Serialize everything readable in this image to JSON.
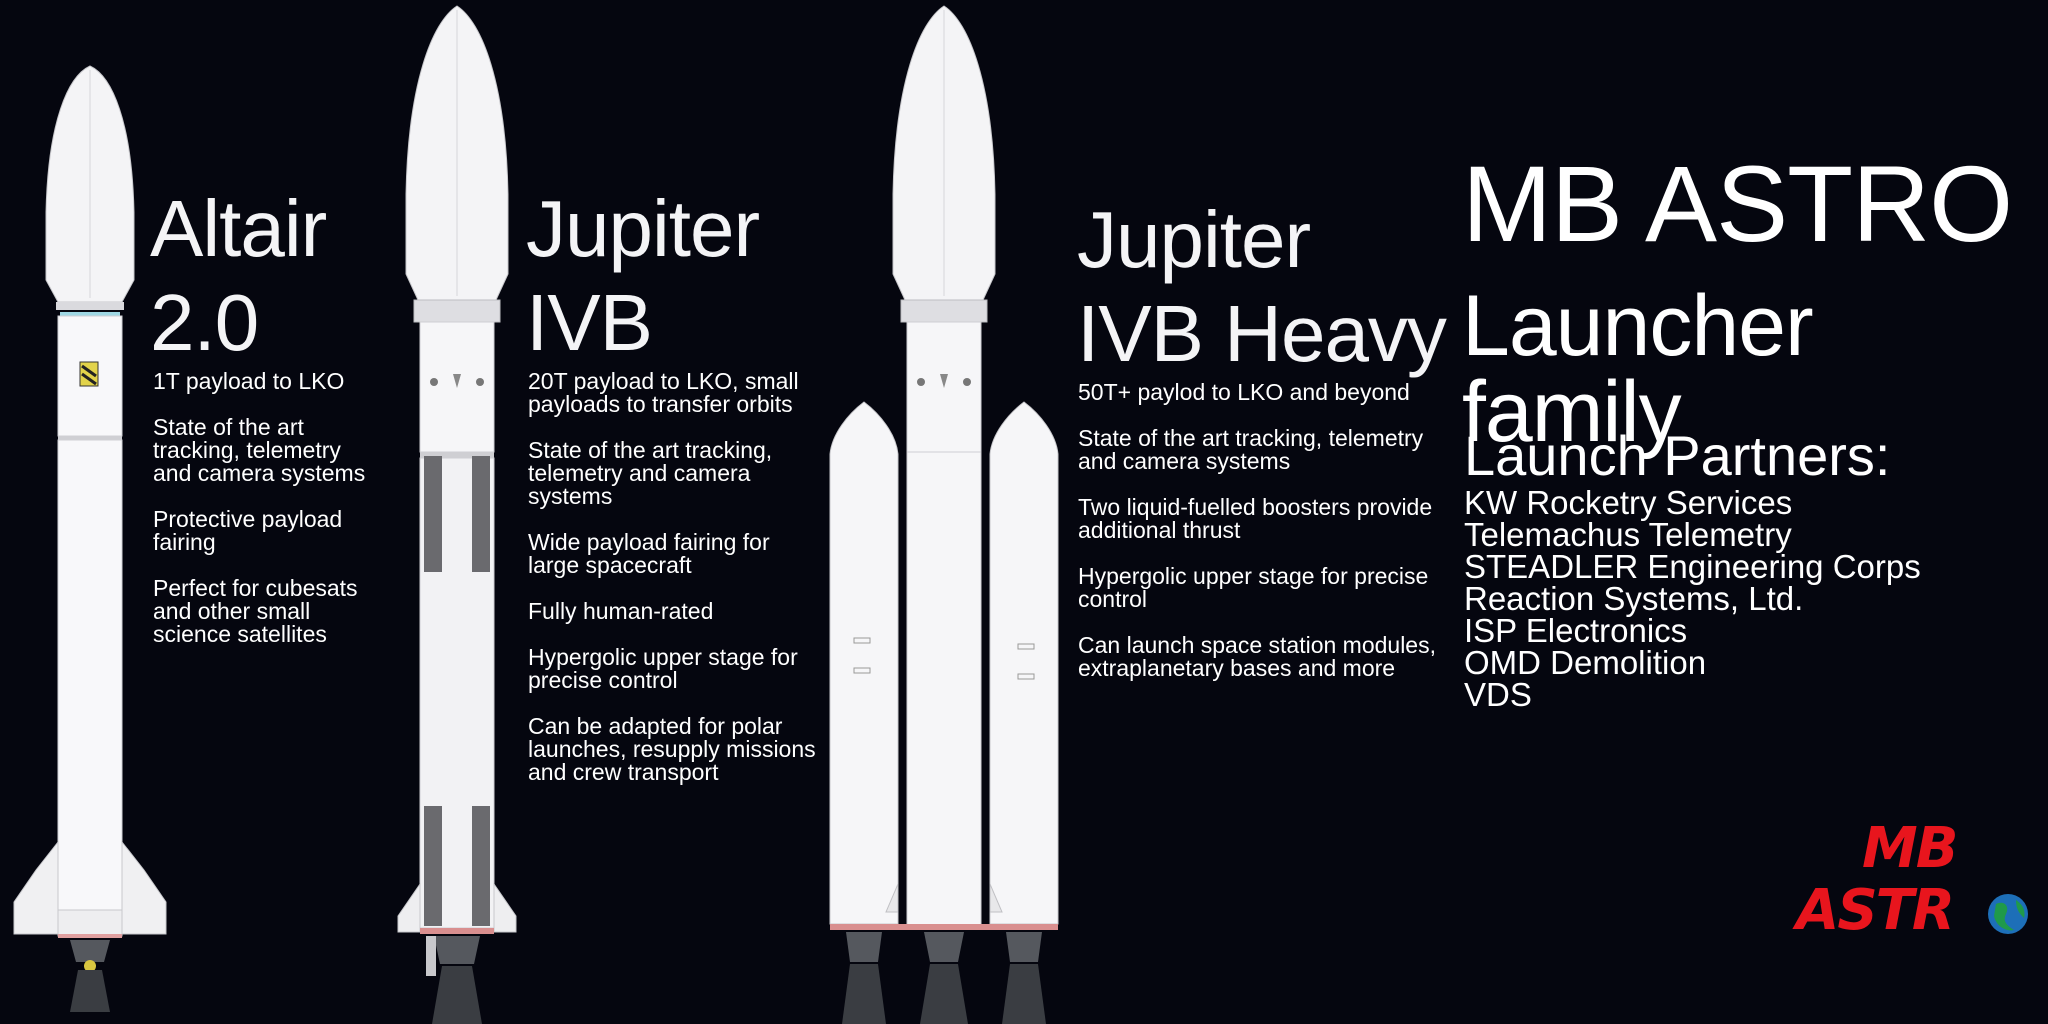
{
  "rockets": [
    {
      "title_line1": "Altair",
      "title_line2": "2.0",
      "specs": [
        "1T payload to LKO",
        "State of the art tracking, telemetry and camera systems",
        "Protective payload fairing",
        "Perfect for cubesats and other small science satellites"
      ]
    },
    {
      "title_line1": "Jupiter",
      "title_line2": "IVB",
      "specs": [
        "20T payload to LKO, small payloads to transfer orbits",
        "State of the art tracking, telemetry and camera systems",
        "Wide payload fairing for large spacecraft",
        "Fully human-rated",
        "Hypergolic upper stage for precise control",
        "Can be adapted for polar launches, resupply missions and crew transport"
      ]
    },
    {
      "title_line1": "Jupiter",
      "title_line2": "IVB Heavy",
      "specs": [
        "50T+ paylod to LKO and beyond",
        "State of the art tracking, telemetry and camera systems",
        "Two liquid-fuelled boosters provide additional thrust",
        "Hypergolic upper stage for precise control",
        "Can launch space station modules, extraplanetary bases and more"
      ]
    }
  ],
  "brand": {
    "title": "MB ASTRO",
    "subtitle": "Launcher family"
  },
  "partners": {
    "heading": "Launch Partners:",
    "items": [
      "KW Rocketry Services",
      "Telemachus Telemetry",
      "STEADLER Engineering Corps",
      "Reaction Systems, Ltd.",
      "ISP Electronics",
      "OMD Demolition",
      "VDS"
    ]
  },
  "logo": {
    "line1": "MB",
    "line2": "ASTR"
  },
  "colors": {
    "background": "#05060f",
    "text": "#ffffff",
    "logo_red": "#e8151d",
    "globe_green": "#1f9a4a",
    "globe_blue": "#1d6fb8"
  }
}
